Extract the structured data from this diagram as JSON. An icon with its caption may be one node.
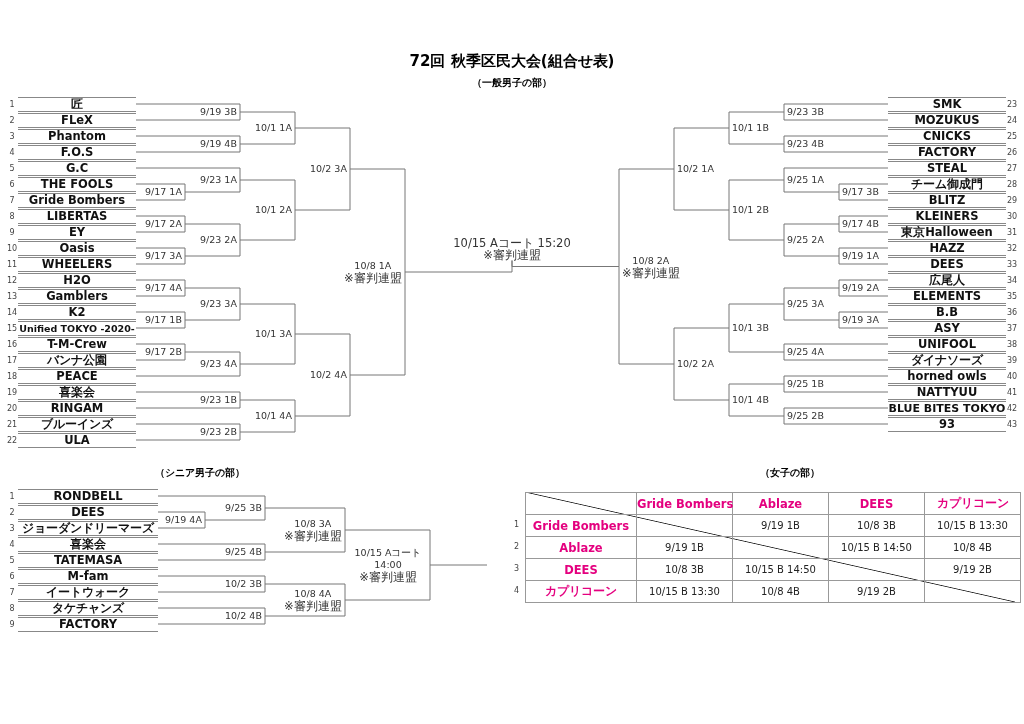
{
  "diagram": {
    "title": "72回 秋季区民大会(組合せ表)",
    "nodes": [
      {
        "text": [
          "匠"
        ],
        "beside": [
          "1"
        ]
      },
      {
        "text": [
          "FLeX"
        ],
        "beside": [
          "2"
        ]
      },
      {
        "text": [
          "Phantom"
        ],
        "beside": [
          "3"
        ]
      },
      {
        "text": [
          "F.O.S"
        ],
        "beside": [
          "4"
        ]
      },
      {
        "text": [
          "G.C"
        ],
        "beside": [
          "5"
        ]
      },
      {
        "text": [
          "THE FOOLS"
        ],
        "beside": [
          "6"
        ]
      },
      {
        "text": [
          "Gride Bombers"
        ],
        "beside": [
          "7"
        ]
      },
      {
        "text": [
          "LIBERTAS"
        ],
        "beside": [
          "8"
        ]
      },
      {
        "text": [
          "EY"
        ],
        "beside": [
          "9"
        ]
      },
      {
        "text": [
          "Oasis"
        ],
        "beside": [
          "10"
        ]
      },
      {
        "text": [
          "WHEELERS"
        ],
        "beside": [
          "11"
        ]
      },
      {
        "text": [
          "H2O"
        ],
        "beside": [
          "12"
        ]
      },
      {
        "text": [
          "Gamblers"
        ],
        "beside": [
          "13"
        ]
      },
      {
        "text": [
          "K2"
        ],
        "beside": [
          "14"
        ]
      },
      {
        "text": [
          "Unified TOKYO -2020-"
        ],
        "beside": [
          "15"
        ]
      },
      {
        "text": [
          "T-M-Crew"
        ],
        "beside": [
          "16"
        ]
      },
      {
        "text": [
          "バンナ公園"
        ],
        "beside": [
          "17"
        ]
      },
      {
        "text": [
          "PEACE"
        ],
        "beside": [
          "18"
        ]
      },
      {
        "text": [
          "喜楽会"
        ],
        "beside": [
          "19"
        ]
      },
      {
        "text": [
          "RINGAM"
        ],
        "beside": [
          "20"
        ]
      },
      {
        "text": [
          "ブルーインズ"
        ],
        "beside": [
          "21"
        ]
      },
      {
        "text": [
          "ULA"
        ],
        "beside": [
          "22"
        ]
      },
      {
        "text": [
          "SMK"
        ],
        "beside": [
          "23"
        ]
      },
      {
        "text": [
          "MOZUKUS"
        ],
        "beside": [
          "24"
        ]
      },
      {
        "text": [
          "CNICKS"
        ],
        "beside": [
          "25"
        ]
      },
      {
        "text": [
          "FACTORY"
        ],
        "beside": [
          "26"
        ]
      },
      {
        "text": [
          "STEAL"
        ],
        "beside": [
          "27"
        ]
      },
      {
        "text": [
          "チーム御成門"
        ],
        "beside": [
          "28"
        ]
      },
      {
        "text": [
          "BLITZ"
        ],
        "beside": [
          "29"
        ]
      },
      {
        "text": [
          "KLEINERS"
        ],
        "beside": [
          "30"
        ]
      },
      {
        "text": [
          "東京Halloween"
        ],
        "beside": [
          "31"
        ]
      },
      {
        "text": [
          "HAZZ"
        ],
        "beside": [
          "32"
        ]
      },
      {
        "text": [
          "DEES"
        ],
        "beside": [
          "33"
        ]
      },
      {
        "text": [
          "広尾人"
        ],
        "beside": [
          "34"
        ]
      },
      {
        "text": [
          "ELEMENTS"
        ],
        "beside": [
          "35"
        ]
      },
      {
        "text": [
          "B.B"
        ],
        "beside": [
          "36"
        ]
      },
      {
        "text": [
          "ASY"
        ],
        "beside": [
          "37"
        ]
      },
      {
        "text": [
          "UNIFOOL"
        ],
        "beside": [
          "38"
        ]
      },
      {
        "text": [
          "ダイナソーズ"
        ],
        "beside": [
          "39"
        ]
      },
      {
        "text": [
          "horned owls"
        ],
        "beside": [
          "40"
        ]
      },
      {
        "text": [
          "NATTYUU"
        ],
        "beside": [
          "41"
        ]
      },
      {
        "text": [
          "BLUE BITES TOKYO"
        ],
        "beside": [
          "42"
        ]
      },
      {
        "text": [
          "93"
        ],
        "beside": [
          "43"
        ]
      },
      {
        "text": [
          "9/19 3B"
        ]
      },
      {
        "text": [
          "9/19 4B"
        ]
      },
      {
        "text": [
          "10/1 1A"
        ]
      },
      {
        "text": [
          "9/17 1A"
        ]
      },
      {
        "text": [
          "9/23 1A"
        ]
      },
      {
        "text": [
          "9/17 2A"
        ]
      },
      {
        "text": [
          "9/17 3A"
        ]
      },
      {
        "text": [
          "9/23 2A"
        ]
      },
      {
        "text": [
          "10/1 2A"
        ]
      },
      {
        "text": [
          "10/2 3A"
        ]
      },
      {
        "text": [
          "9/17 4A"
        ]
      },
      {
        "text": [
          "9/17 1B"
        ]
      },
      {
        "text": [
          "9/23 3A"
        ]
      },
      {
        "text": [
          "9/17 2B"
        ]
      },
      {
        "text": [
          "9/23 4A"
        ]
      },
      {
        "text": [
          "10/1 3A"
        ]
      },
      {
        "text": [
          "9/23 1B"
        ]
      },
      {
        "text": [
          "9/23 2B"
        ]
      },
      {
        "text": [
          "10/1 4A"
        ]
      },
      {
        "text": [
          "10/2 4A"
        ]
      },
      {
        "text": [
          "10/8 1A",
          "※審判連盟"
        ]
      },
      {
        "text": [
          "9/23 3B"
        ]
      },
      {
        "text": [
          "9/23 4B"
        ]
      },
      {
        "text": [
          "10/1 1B"
        ]
      },
      {
        "text": [
          "9/17 3B"
        ]
      },
      {
        "text": [
          "9/25 1A"
        ]
      },
      {
        "text": [
          "9/17 4B"
        ]
      },
      {
        "text": [
          "9/19 1A"
        ]
      },
      {
        "text": [
          "9/25 2A"
        ]
      },
      {
        "text": [
          "10/1 2B"
        ]
      },
      {
        "text": [
          "10/2 1A"
        ]
      },
      {
        "text": [
          "9/19 2A"
        ]
      },
      {
        "text": [
          "9/19 3A"
        ]
      },
      {
        "text": [
          "9/25 3A"
        ]
      },
      {
        "text": [
          "9/25 4A"
        ]
      },
      {
        "text": [
          "10/1 3B"
        ]
      },
      {
        "text": [
          "9/25 1B"
        ]
      },
      {
        "text": [
          "9/25 2B"
        ]
      },
      {
        "text": [
          "10/1 4B"
        ]
      },
      {
        "text": [
          "10/2 2A"
        ]
      },
      {
        "text": [
          "10/8 2A",
          "※審判連盟"
        ]
      },
      {
        "text": [
          "10/15 Aコート 15:20",
          "※審判連盟"
        ]
      },
      {
        "text": [
          "RONDBELL"
        ],
        "beside": [
          "1"
        ]
      },
      {
        "text": [
          "DEES"
        ],
        "beside": [
          "2"
        ]
      },
      {
        "text": [
          "ジョーダンドリーマーズ"
        ],
        "beside": [
          "3"
        ]
      },
      {
        "text": [
          "喜楽会"
        ],
        "beside": [
          "4"
        ]
      },
      {
        "text": [
          "TATEMASA"
        ],
        "beside": [
          "5"
        ]
      },
      {
        "text": [
          "M-fam"
        ],
        "beside": [
          "6"
        ]
      },
      {
        "text": [
          "イートウォーク"
        ],
        "beside": [
          "7"
        ]
      },
      {
        "text": [
          "タケチャンズ"
        ],
        "beside": [
          "8"
        ]
      },
      {
        "text": [
          "FACTORY"
        ],
        "beside": [
          "9"
        ]
      },
      {
        "text": [
          "9/19 4A"
        ]
      },
      {
        "text": [
          "9/25 3B"
        ]
      },
      {
        "text": [
          "9/25 4B"
        ]
      },
      {
        "text": [
          "10/8 3A",
          "※審判連盟"
        ]
      },
      {
        "text": [
          "10/2 3B"
        ]
      },
      {
        "text": [
          "10/2 4B"
        ]
      },
      {
        "text": [
          "10/8 4A",
          "※審判連盟"
        ]
      },
      {
        "text": [
          "10/15 Aコート 14:00",
          "※審判連盟"
        ]
      }
    ],
    "edges": [
      {
        "from": 0,
        "to": 43,
        "arrow": "none"
      },
      {
        "from": 1,
        "to": 43,
        "arrow": "none"
      },
      {
        "from": 2,
        "to": 44,
        "arrow": "none"
      },
      {
        "from": 3,
        "to": 44,
        "arrow": "none"
      },
      {
        "from": 43,
        "to": 45,
        "arrow": "none"
      },
      {
        "from": 44,
        "to": 45,
        "arrow": "none"
      },
      {
        "from": 5,
        "to": 46,
        "arrow": "none"
      },
      {
        "from": 6,
        "to": 46,
        "arrow": "none"
      },
      {
        "from": 4,
        "to": 47,
        "arrow": "none"
      },
      {
        "from": 46,
        "to": 47,
        "arrow": "none"
      },
      {
        "from": 7,
        "to": 48,
        "arrow": "none"
      },
      {
        "from": 8,
        "to": 48,
        "arrow": "none"
      },
      {
        "from": 9,
        "to": 49,
        "arrow": "none"
      },
      {
        "from": 10,
        "to": 49,
        "arrow": "none"
      },
      {
        "from": 48,
        "to": 50,
        "arrow": "none"
      },
      {
        "from": 49,
        "to": 50,
        "arrow": "none"
      },
      {
        "from": 47,
        "to": 51,
        "arrow": "none"
      },
      {
        "from": 50,
        "to": 51,
        "arrow": "none"
      },
      {
        "from": 45,
        "to": 52,
        "arrow": "none"
      },
      {
        "from": 51,
        "to": 52,
        "arrow": "none"
      },
      {
        "from": 11,
        "to": 53,
        "arrow": "none"
      },
      {
        "from": 12,
        "to": 53,
        "arrow": "none"
      },
      {
        "from": 13,
        "to": 54,
        "arrow": "none"
      },
      {
        "from": 14,
        "to": 54,
        "arrow": "none"
      },
      {
        "from": 53,
        "to": 55,
        "arrow": "none"
      },
      {
        "from": 54,
        "to": 55,
        "arrow": "none"
      },
      {
        "from": 15,
        "to": 56,
        "arrow": "none"
      },
      {
        "from": 16,
        "to": 56,
        "arrow": "none"
      },
      {
        "from": 56,
        "to": 57,
        "arrow": "none"
      },
      {
        "from": 17,
        "to": 57,
        "arrow": "none"
      },
      {
        "from": 55,
        "to": 58,
        "arrow": "none"
      },
      {
        "from": 57,
        "to": 58,
        "arrow": "none"
      },
      {
        "from": 18,
        "to": 59,
        "arrow": "none"
      },
      {
        "from": 19,
        "to": 59,
        "arrow": "none"
      },
      {
        "from": 20,
        "to": 60,
        "arrow": "none"
      },
      {
        "from": 21,
        "to": 60,
        "arrow": "none"
      },
      {
        "from": 59,
        "to": 61,
        "arrow": "none"
      },
      {
        "from": 60,
        "to": 61,
        "arrow": "none"
      },
      {
        "from": 58,
        "to": 62,
        "arrow": "none"
      },
      {
        "from": 61,
        "to": 62,
        "arrow": "none"
      },
      {
        "from": 52,
        "to": 63,
        "arrow": "none"
      },
      {
        "from": 62,
        "to": 63,
        "arrow": "none"
      },
      {
        "from": 22,
        "to": 64,
        "arrow": "none"
      },
      {
        "from": 23,
        "to": 64,
        "arrow": "none"
      },
      {
        "from": 24,
        "to": 65,
        "arrow": "none"
      },
      {
        "from": 25,
        "to": 65,
        "arrow": "none"
      },
      {
        "from": 64,
        "to": 66,
        "arrow": "none"
      },
      {
        "from": 65,
        "to": 66,
        "arrow": "none"
      },
      {
        "from": 27,
        "to": 67,
        "arrow": "none"
      },
      {
        "from": 28,
        "to": 67,
        "arrow": "none"
      },
      {
        "from": 26,
        "to": 68,
        "arrow": "none"
      },
      {
        "from": 67,
        "to": 68,
        "arrow": "none"
      },
      {
        "from": 29,
        "to": 69,
        "arrow": "none"
      },
      {
        "from": 30,
        "to": 69,
        "arrow": "none"
      },
      {
        "from": 31,
        "to": 70,
        "arrow": "none"
      },
      {
        "from": 32,
        "to": 70,
        "arrow": "none"
      },
      {
        "from": 69,
        "to": 71,
        "arrow": "none"
      },
      {
        "from": 70,
        "to": 71,
        "arrow": "none"
      },
      {
        "from": 68,
        "to": 72,
        "arrow": "none"
      },
      {
        "from": 71,
        "to": 72,
        "arrow": "none"
      },
      {
        "from": 66,
        "to": 73,
        "arrow": "none"
      },
      {
        "from": 72,
        "to": 73,
        "arrow": "none"
      },
      {
        "from": 33,
        "to": 74,
        "arrow": "none"
      },
      {
        "from": 34,
        "to": 74,
        "arrow": "none"
      },
      {
        "from": 35,
        "to": 75,
        "arrow": "none"
      },
      {
        "from": 36,
        "to": 75,
        "arrow": "none"
      },
      {
        "from": 74,
        "to": 76,
        "arrow": "none"
      },
      {
        "from": 75,
        "to": 76,
        "arrow": "none"
      },
      {
        "from": 37,
        "to": 77,
        "arrow": "none"
      },
      {
        "from": 38,
        "to": 77,
        "arrow": "none"
      },
      {
        "from": 76,
        "to": 78,
        "arrow": "none"
      },
      {
        "from": 77,
        "to": 78,
        "arrow": "none"
      },
      {
        "from": 39,
        "to": 79,
        "arrow": "none"
      },
      {
        "from": 40,
        "to": 79,
        "arrow": "none"
      },
      {
        "from": 41,
        "to": 80,
        "arrow": "none"
      },
      {
        "from": 42,
        "to": 80,
        "arrow": "none"
      },
      {
        "from": 79,
        "to": 81,
        "arrow": "none"
      },
      {
        "from": 80,
        "to": 81,
        "arrow": "none"
      },
      {
        "from": 78,
        "to": 82,
        "arrow": "none"
      },
      {
        "from": 81,
        "to": 82,
        "arrow": "none"
      },
      {
        "from": 73,
        "to": 83,
        "arrow": "none"
      },
      {
        "from": 82,
        "to": 83,
        "arrow": "none"
      },
      {
        "from": 63,
        "to": 84,
        "arrow": "none"
      },
      {
        "from": 83,
        "to": 84,
        "arrow": "none"
      },
      {
        "from": 86,
        "to": 94,
        "arrow": "none"
      },
      {
        "from": 87,
        "to": 94,
        "arrow": "none"
      },
      {
        "from": 85,
        "to": 95,
        "arrow": "none"
      },
      {
        "from": 94,
        "to": 95,
        "arrow": "none"
      },
      {
        "from": 88,
        "to": 96,
        "arrow": "none"
      },
      {
        "from": 89,
        "to": 96,
        "arrow": "none"
      },
      {
        "from": 95,
        "to": 97,
        "arrow": "none"
      },
      {
        "from": 96,
        "to": 97,
        "arrow": "none"
      },
      {
        "from": 90,
        "to": 98,
        "arrow": "none"
      },
      {
        "from": 91,
        "to": 98,
        "arrow": "none"
      },
      {
        "from": 92,
        "to": 99,
        "arrow": "none"
      },
      {
        "from": 93,
        "to": 99,
        "arrow": "none"
      },
      {
        "from": 98,
        "to": 100,
        "arrow": "none"
      },
      {
        "from": 99,
        "to": 100,
        "arrow": "none"
      },
      {
        "from": 97,
        "to": 101,
        "arrow": "none"
      },
      {
        "from": 100,
        "to": 101,
        "arrow": "none"
      },
      {
        "from": 101,
        "to": null,
        "arrow": "none"
      }
    ],
    "labels": [
      "（一般男子の部）",
      "（シニア男子の部）",
      "（女子の部）",
      "Gride Bombers",
      "Ablaze",
      "DEES",
      "カプリコーン",
      "1",
      "Gride Bombers",
      "9/19 1B",
      "10/8 3B",
      "10/15 B 13:30",
      "2",
      "Ablaze",
      "9/19 1B",
      "10/15 B 14:50",
      "10/8 4B",
      "3",
      "DEES",
      "10/8 3B",
      "10/15 B 14:50",
      "9/19 2B",
      "4",
      "カプリコーン",
      "10/15 B 13:30",
      "10/8 4B",
      "9/19 2B"
    ]
  }
}
